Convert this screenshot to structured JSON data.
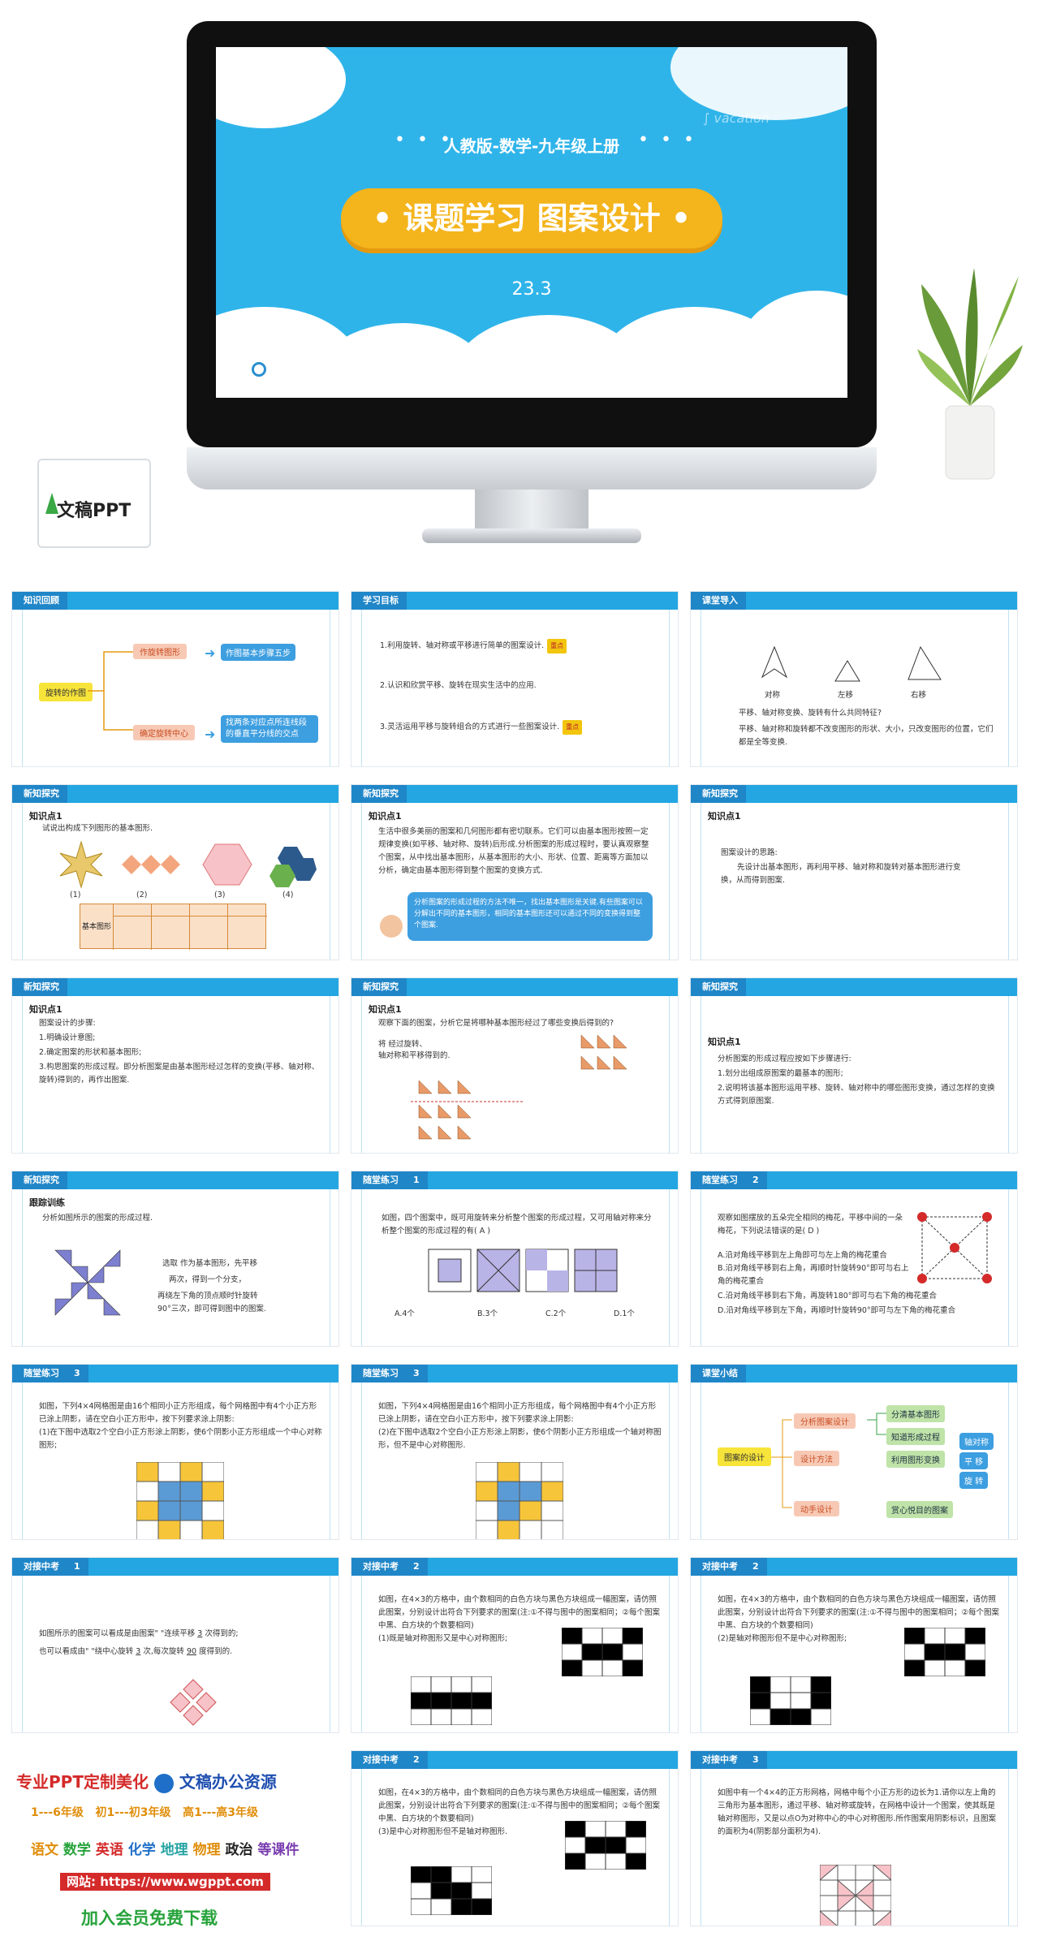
{
  "hero": {
    "publisher": "人教版-数学-九年级上册",
    "title": "课题学习  图案设计",
    "section": "23.3",
    "calendar_brand": "文稿PPT"
  },
  "s1": {
    "header": "知识回顾",
    "root": "旋转的作图",
    "branch1": "作旋转图形",
    "branch2": "确定旋转中心",
    "leaf1": "作图基本步骤五步",
    "leaf2": "找两条对应点所连线段的垂直平分线的交点"
  },
  "s2": {
    "header": "学习目标",
    "goal1": "1.利用旋转、轴对称或平移进行简单的图案设计.",
    "goal2": "2.认识和欣赏平移、旋转在现实生活中的应用.",
    "goal3": "3.灵活运用平移与旋转组合的方式进行一些图案设计.",
    "badge": "重点"
  },
  "s3": {
    "header": "课堂导入",
    "lbl1": "对称",
    "lbl2": "左移",
    "lbl3": "右移",
    "q": "平移、轴对称变换、旋转有什么共同特征?",
    "a": "平移、轴对称和旋转都不改变图形的形状、大小，只改变图形的位置，它们都是全等变换."
  },
  "s4": {
    "header": "新知探究",
    "kp": "知识点1",
    "text": "试说出构成下列图形的基本图形.",
    "n1": "(1)",
    "n2": "(2)",
    "n3": "(3)",
    "n4": "(4)",
    "row_label": "基本图形"
  },
  "s5": {
    "header": "新知探究",
    "kp": "知识点1",
    "text": "生活中很多美丽的图案和几何图形都有密切联系。它们可以由基本图形按照一定规律变换(如平移、轴对称、旋转)后形成.分析图案的形成过程时，要认真观察整个图案，从中找出基本图形，从基本图形的大小、形状、位置、距离等方面加以分析，确定由基本图形得到整个图案的变换方式.",
    "bubble": "分析图案的形成过程的方法不唯一，找出基本图形是关键.有些图案可以分解出不同的基本图形，相同的基本图形还可以通过不同的变换得到整个图案."
  },
  "s6": {
    "header": "新知探究",
    "kp": "知识点1",
    "red": "图案设计的思路:",
    "text": "先设计出基本图形，再利用平移、轴对称和旋转对基本图形进行变换，从而得到图案."
  },
  "s7": {
    "header": "新知探究",
    "kp": "知识点1",
    "red": "图案设计的步骤:",
    "t1": "1.明确设计意图;",
    "t2": "2.确定图案的形状和基本图形;",
    "t3": "3.构思图案的形成过程。即分析图案是由基本图形经过怎样的变换(平移、轴对称、旋转)得到的，再作出图案."
  },
  "s8": {
    "header": "新知探究",
    "kp": "知识点1",
    "text": "观察下面的图案，分析它是将哪种基本图形经过了哪些变换后得到的?",
    "note1": "将  经过旋转、",
    "note2": "轴对称和平移得到的."
  },
  "s9": {
    "header": "新知探究",
    "kp": "知识点1",
    "red": "分析图案的形成过程应按如下步骤进行:",
    "t1": "1.划分出组成原图案的最基本的图形;",
    "t2": "2.说明将该基本图形运用平移、旋转、轴对称中的哪些图形变换，通过怎样的变换方式得到原图案."
  },
  "s10": {
    "header": "新知探究",
    "kp": "跟踪训练",
    "text": "分析如图所示的图案的形成过程.",
    "n1": "选取  作为基本图形，先平移",
    "n2": "两次，得到一个分支，",
    "n3": "再绕左下角的顶点顺时针旋转",
    "n4": "90°三次，即可得到图中的图案."
  },
  "s11": {
    "header": "随堂练习",
    "num": "1",
    "text": "如图，四个图案中，既可用旋转来分析整个图案的形成过程，又可用轴对称来分析整个图案的形成过程的有(    A    )",
    "o1": "A.4个",
    "o2": "B.3个",
    "o3": "C.2个",
    "o4": "D.1个"
  },
  "s12": {
    "header": "随堂练习",
    "num": "2",
    "text": "观察如图摆放的五朵完全相同的梅花，平移中间的一朵梅花，下列说法错误的是(    D    )",
    "a": "A.沿对角线平移到左上角即可与左上角的梅花重合",
    "b": "B.沿对角线平移到右上角，再顺时针旋转90°即可与右上角的梅花重合",
    "c": "C.沿对角线平移到右下角，再旋转180°即可与右下角的梅花重合",
    "d": "D.沿对角线平移到左下角，再顺时针旋转90°即可与左下角的梅花重合"
  },
  "s13": {
    "header": "随堂练习",
    "num": "3",
    "text": "如图，下列4×4网格图是由16个相同小正方形组成，每个网格图中有4个小正方形已涂上阴影，请在空白小正方形中，按下列要求涂上阴影:",
    "sub": "(1)在下图中选取2个空白小正方形涂上阴影，使6个阴影小正方形组成一个中心对称图形;"
  },
  "s14": {
    "header": "随堂练习",
    "num": "3",
    "text": "如图，下列4×4网格图是由16个相同小正方形组成，每个网格图中有4个小正方形已涂上阴影，请在空白小正方形中，按下列要求涂上阴影:",
    "sub": "(2)在下图中选取2个空白小正方形涂上阴影，使6个阴影小正方形组成一个轴对称图形，但不是中心对称图形."
  },
  "s15": {
    "header": "课堂小结",
    "root": "图案的设计",
    "a": "分析图案设计",
    "b": "设计方法",
    "c": "动手设计",
    "a1": "分清基本图形",
    "a2": "知道形成过程",
    "b1": "利用图形变换",
    "b2a": "轴对称",
    "b2b": "平  移",
    "b2c": "旋  转",
    "c1": "赏心悦目的图案"
  },
  "s16": {
    "header": "对接中考",
    "num": "1",
    "t1": "如图所示的图案可以看成是由图案\"  \"连续平移",
    "v1": "3",
    "t1b": "次得到的;",
    "t2": "也可以看成由\"  \"绕中心旋转",
    "v2": "3",
    "t2b": "次,每次旋转",
    "v3": "90",
    "t2c": "度得到的."
  },
  "s17": {
    "header": "对接中考",
    "num": "2",
    "text": "如图，在4×3的方格中，由个数相同的白色方块与黑色方块组成一幅图案，请仿照此图案，分别设计出符合下列要求的图案(注:①不得与图中的图案相同；②每个图案中黑、白方块的个数要相同)",
    "sub": "(1)既是轴对称图形又是中心对称图形;"
  },
  "s18": {
    "header": "对接中考",
    "num": "2",
    "text": "如图，在4×3的方格中，由个数相同的白色方块与黑色方块组成一幅图案，请仿照此图案，分别设计出符合下列要求的图案(注:①不得与图中的图案相同；②每个图案中黑、白方块的个数要相同)",
    "sub": "(2)是轴对称图形但不是中心对称图形;"
  },
  "s19": {
    "header": "对接中考",
    "num": "2",
    "text": "如图，在4×3的方格中，由个数相同的白色方块与黑色方块组成一幅图案，请仿照此图案，分别设计出符合下列要求的图案(注:①不得与图中的图案相同；②每个图案中黑、白方块的个数要相同)",
    "sub": "(3)是中心对称图形但不是轴对称图形."
  },
  "s20": {
    "header": "对接中考",
    "num": "3",
    "text": "如图中有一个4×4的正方形网格，网格中每个小正方形的边长为1.请你以左上角的三角形为基本图形，通过平移、轴对称或旋转，在网格中设计一个图案，使其既是轴对称图形，又是以点O为对称中心的中心对称图形.所作图案用阴影标识，且图案的面积为4(阴影部分面积为4)."
  },
  "ad": {
    "l1a": "专业PPT定制美化",
    "l1b": "文稿办公资源",
    "l2a": "1---6年级",
    "l2b": "初1---初3年级",
    "l2c": "高1---高3年级",
    "s_chinese": "语文",
    "s_math": "数学",
    "s_english": "英语",
    "s_chem": "化学",
    "s_geo": "地理",
    "s_phys": "物理",
    "s_pol": "政治",
    "s_etc": "等课件",
    "site": "网站: https://www.wgppt.com",
    "join": "加入会员免费下载"
  }
}
